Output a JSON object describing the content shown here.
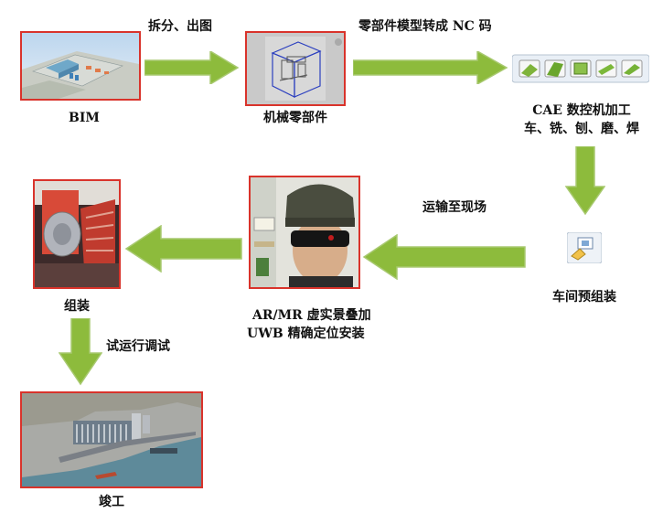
{
  "steps": {
    "bim": "BIM",
    "mech_parts": "机械零部件",
    "cae_line1": "CAE 数控机加工",
    "cae_line2": "车、铣、刨、磨、焊",
    "workshop": "车间预组装",
    "ar_line1": "AR/MR 虚实景叠加",
    "ar_line2": "UWB 精确定位安装",
    "assembly": "组装",
    "complete": "竣工"
  },
  "arrows": {
    "split_draw": "拆分、出图",
    "nc_convert": "零部件模型转成 NC 码",
    "transport": "运输至现场",
    "trial_run": "试运行调试"
  },
  "colors": {
    "arrow_fill": "#8dbb3c",
    "arrow_stroke": "#a8c970",
    "frame_border": "#d9332b"
  },
  "icons": [
    "bim-model-image",
    "mechanical-part-image",
    "cae-toolbar-icons",
    "workshop-preassembly-icon",
    "ar-headset-image",
    "assembly-machinery-image",
    "completed-plant-aerial-image"
  ]
}
